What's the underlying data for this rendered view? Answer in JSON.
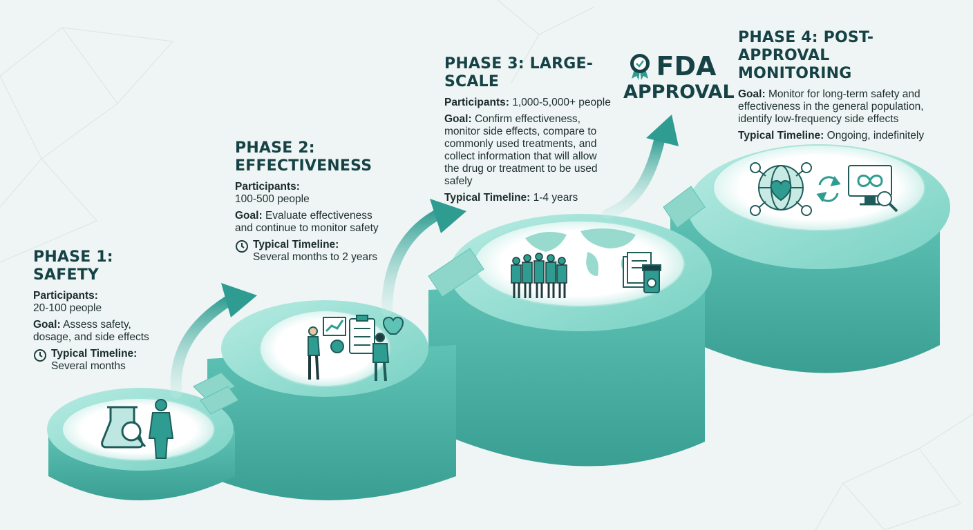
{
  "phases": [
    {
      "title_line1": "PHASE 1: SAFETY",
      "title_line2": "",
      "participants_label": "Participants:",
      "participants_value": "20-100 people",
      "goal_label": "Goal:",
      "goal_value": "Assess safety, dosage, and side effects",
      "timeline_label": "Typical Timeline:",
      "timeline_value": "Several months"
    },
    {
      "title_line1": "PHASE 2:",
      "title_line2": "EFFECTIVENESS",
      "participants_label": "Participants:",
      "participants_value": "100-500 people",
      "goal_label": "Goal:",
      "goal_value": "Evaluate effectiveness and continue to monitor safety",
      "timeline_label": "Typical Timeline:",
      "timeline_value": "Several months to 2 years"
    },
    {
      "title_line1": "PHASE 3: LARGE-SCALE",
      "title_line2": "",
      "participants_label": "Participants:",
      "participants_value": "1,000-5,000+ people",
      "goal_label": "Goal:",
      "goal_value": "Confirm effectiveness, monitor side effects, compare to commonly used treatments, and collect information that will allow the drug or treatment to be used safely",
      "timeline_label": "Typical Timeline:",
      "timeline_value": "1-4 years"
    },
    {
      "title_line1": "PHASE 4: POST-APPROVAL",
      "title_line2": "MONITORING",
      "participants_label": "",
      "participants_value": "",
      "goal_label": "Goal:",
      "goal_value": "Monitor for long-term safety and effectiveness in the general population, identify low-frequency side effects",
      "timeline_label": "Typical Timeline:",
      "timeline_value": "Ongoing, indefinitely"
    }
  ],
  "fda": {
    "line1": "FDA",
    "line2": "APPROVAL"
  },
  "colors": {
    "teal_dark": "#164246",
    "teal_mid": "#2f9c91",
    "teal_light": "#7fd0c4",
    "bg": "#eef5f4"
  },
  "icons": {
    "phase1": [
      "flask-magnifier-icon",
      "person-icon"
    ],
    "phase2": [
      "presenter-chart-icon",
      "clipboard-checklist-icon",
      "heart-pulse-icon",
      "researcher-icon"
    ],
    "phase3": [
      "world-map-icon",
      "group-of-people-icon",
      "documents-pill-bottle-icon"
    ],
    "phase4": [
      "globe-heart-network-icon",
      "sync-arrows-icon",
      "monitor-infinity-icon"
    ],
    "fda": "award-ribbon-icon",
    "timeline": "clock-icon"
  }
}
